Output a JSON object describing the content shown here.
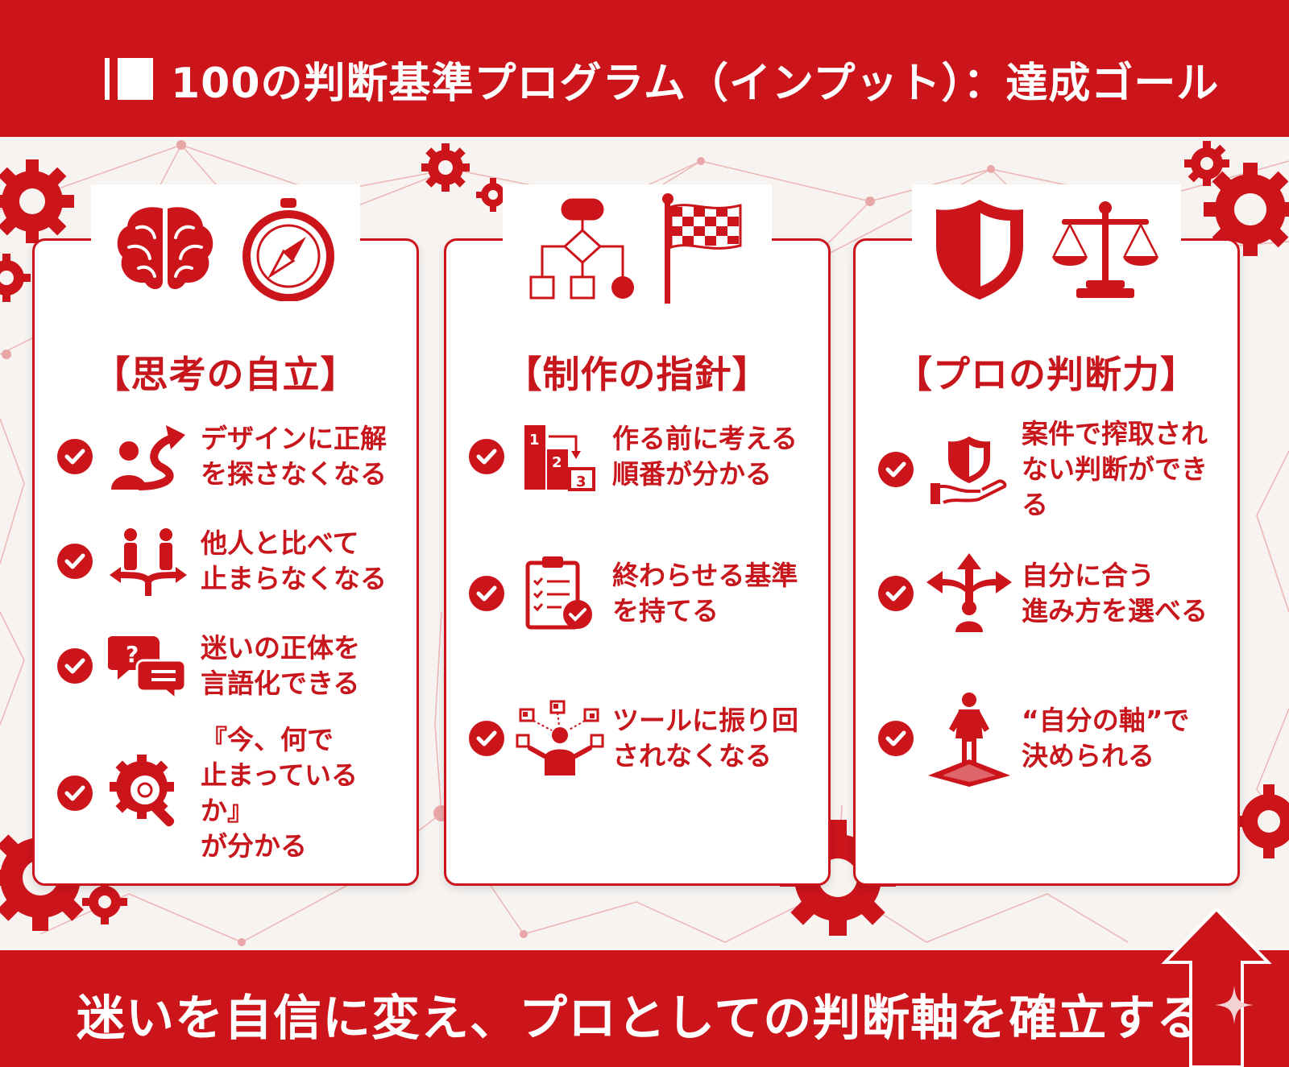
{
  "header": {
    "title": "100の判断基準プログラム（インプット）：達成ゴール"
  },
  "columns": [
    {
      "title": "【思考の自立】",
      "items": [
        {
          "text": "デザインに正解\nを探さなくなる",
          "icon": "person-path-arrow-icon"
        },
        {
          "text": "他人と比べて\n止まらなくなる",
          "icon": "two-people-arrows-icon"
        },
        {
          "text": "迷いの正体を\n言語化できる",
          "icon": "speech-bubbles-icon"
        },
        {
          "text": "『今、何で\n止まっているか』\nが分かる",
          "icon": "gear-magnifier-icon"
        }
      ]
    },
    {
      "title": "【制作の指針】",
      "items": [
        {
          "text": "作る前に考える\n順番が分かる",
          "icon": "steps-123-icon"
        },
        {
          "text": "終わらせる基準\nを持てる",
          "icon": "clipboard-check-icon"
        },
        {
          "text": "ツールに振り回\nされなくなる",
          "icon": "person-tools-icon"
        }
      ]
    },
    {
      "title": "【プロの判断力】",
      "items": [
        {
          "text": "案件で搾取され\nない判断ができる",
          "icon": "hand-shield-icon"
        },
        {
          "text": "自分に合う\n進み方を選べる",
          "icon": "person-three-arrows-icon"
        },
        {
          "text": "“自分の軸”で\n決められる",
          "icon": "person-standing-icon"
        }
      ]
    }
  ],
  "footer": {
    "text": "迷いを自信に変え、プロとしての判断軸を確立する！"
  },
  "colors": {
    "accent": "#cc141b",
    "background": "#f6f3f1",
    "card": "#ffffff"
  }
}
